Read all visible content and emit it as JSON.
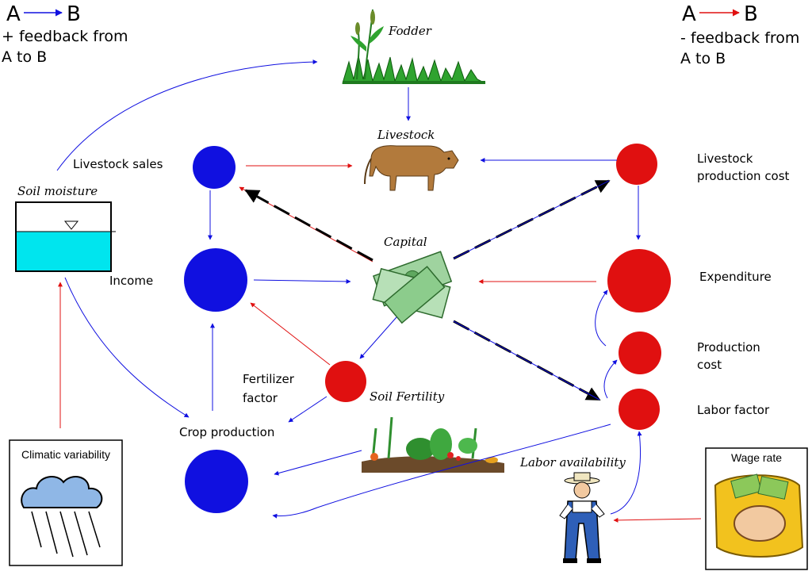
{
  "legend": {
    "positive": {
      "a": "A",
      "b": "B",
      "line1": "+ feedback from",
      "line2": "A to B"
    },
    "negative": {
      "a": "A",
      "b": "B",
      "line1": "- feedback from",
      "line2": "A to B"
    }
  },
  "images": {
    "fodder": "Fodder",
    "livestock": "Livestock",
    "capital": "Capital",
    "soil_moisture": "Soil moisture",
    "soil_fertility": "Soil Fertility",
    "labor_availability": "Labor availability"
  },
  "boxes": {
    "climatic": "Climatic variability",
    "wage": "Wage rate"
  },
  "nodes": {
    "livestock_sales": "Livestock sales",
    "income": "Income",
    "crop_production": "Crop production",
    "fertilizer_factor_1": "Fertilizer",
    "fertilizer_factor_2": "factor",
    "livestock_cost_1": "Livestock",
    "livestock_cost_2": "production cost",
    "expenditure": "Expenditure",
    "production_cost_1": "Production",
    "production_cost_2": "cost",
    "labor_factor": "Labor factor"
  },
  "colors": {
    "positive": "#1010e0",
    "negative": "#e01010",
    "water": "#00e5ee"
  }
}
